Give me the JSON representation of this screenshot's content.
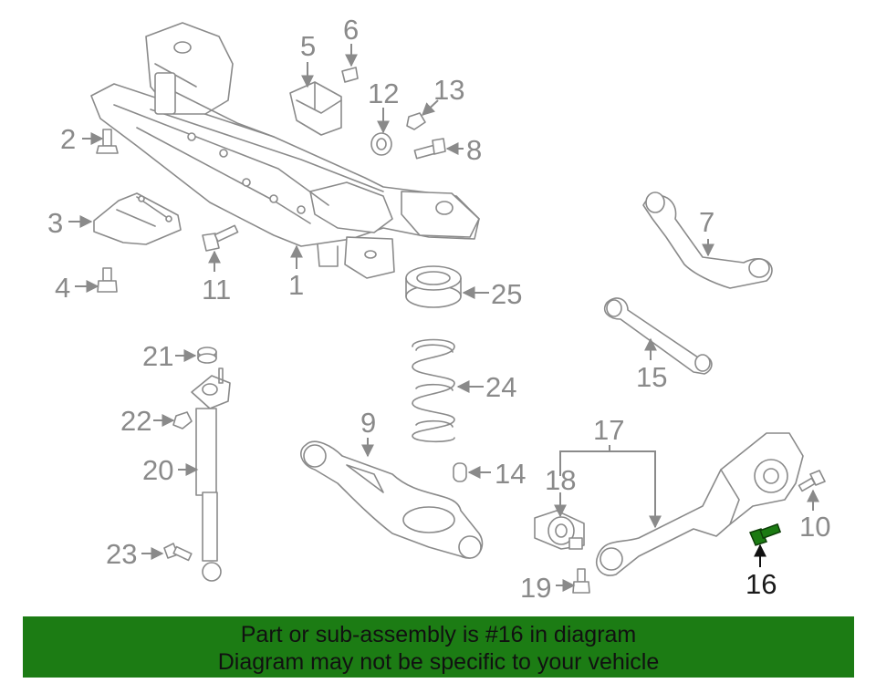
{
  "banner": {
    "line1": "Part or sub-assembly is #16 in diagram",
    "line2": "Diagram may not be specific to your vehicle",
    "background": "#1c7c14"
  },
  "highlight_color": "#1b7a12",
  "callouts": {
    "c1": "1",
    "c2": "2",
    "c3": "3",
    "c4": "4",
    "c5": "5",
    "c6": "6",
    "c7": "7",
    "c8": "8",
    "c9": "9",
    "c10": "10",
    "c11": "11",
    "c12": "12",
    "c13": "13",
    "c14": "14",
    "c15": "15",
    "c16": "16",
    "c17": "17",
    "c18": "18",
    "c19": "19",
    "c20": "20",
    "c21": "21",
    "c22": "22",
    "c23": "23",
    "c24": "24",
    "c25": "25"
  }
}
